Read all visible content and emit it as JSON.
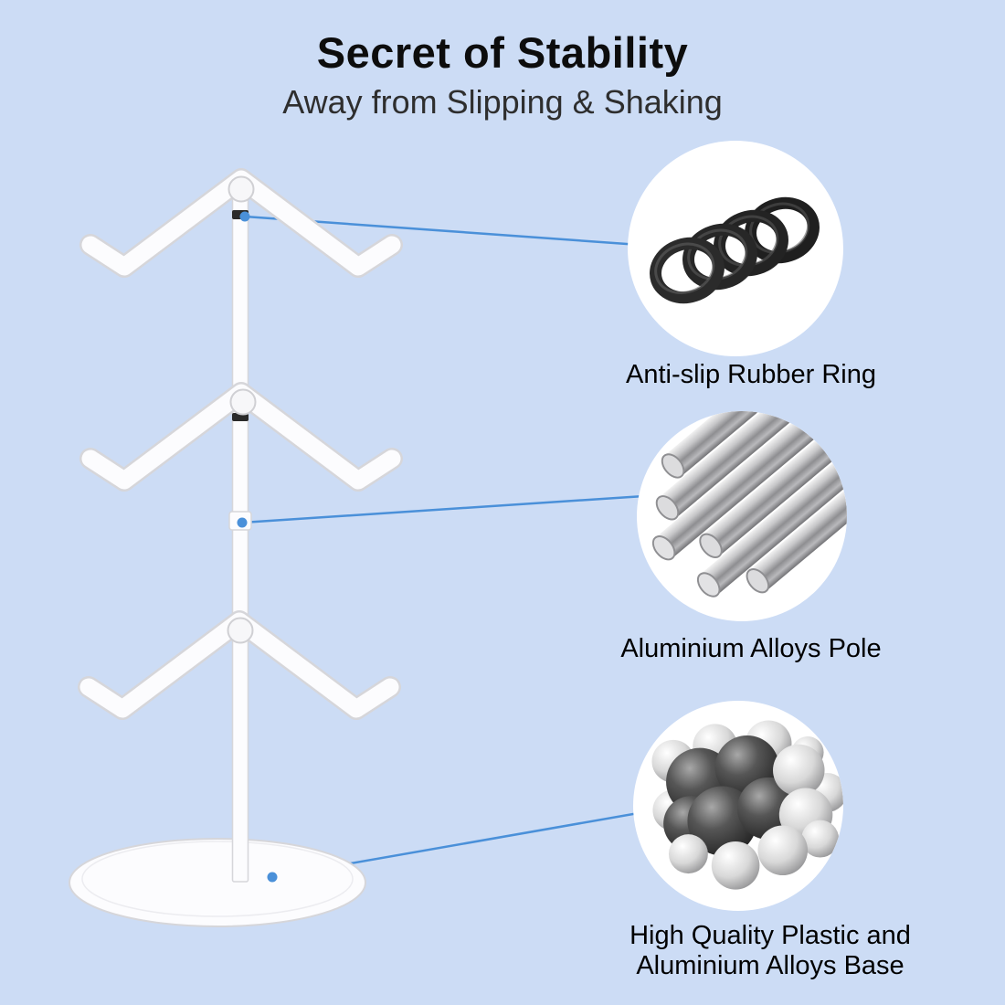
{
  "header": {
    "title": "Secret of Stability",
    "subtitle": "Away from Slipping & Shaking"
  },
  "callouts": [
    {
      "label": "Anti-slip Rubber Ring"
    },
    {
      "label": "Aluminium Alloys Pole"
    },
    {
      "label_line1": "High Quality Plastic and",
      "label_line2": "Aluminium Alloys Base"
    }
  ],
  "colors": {
    "background": "#ccdcf5",
    "connector_blue": "#4a90d9",
    "title_text": "#0d0d0d",
    "subtitle_text": "#2e2e2e",
    "label_text": "#000000",
    "stand_white": "#fbfbfd",
    "stand_outline": "#d6d6da",
    "rubber_black": "#262626"
  }
}
